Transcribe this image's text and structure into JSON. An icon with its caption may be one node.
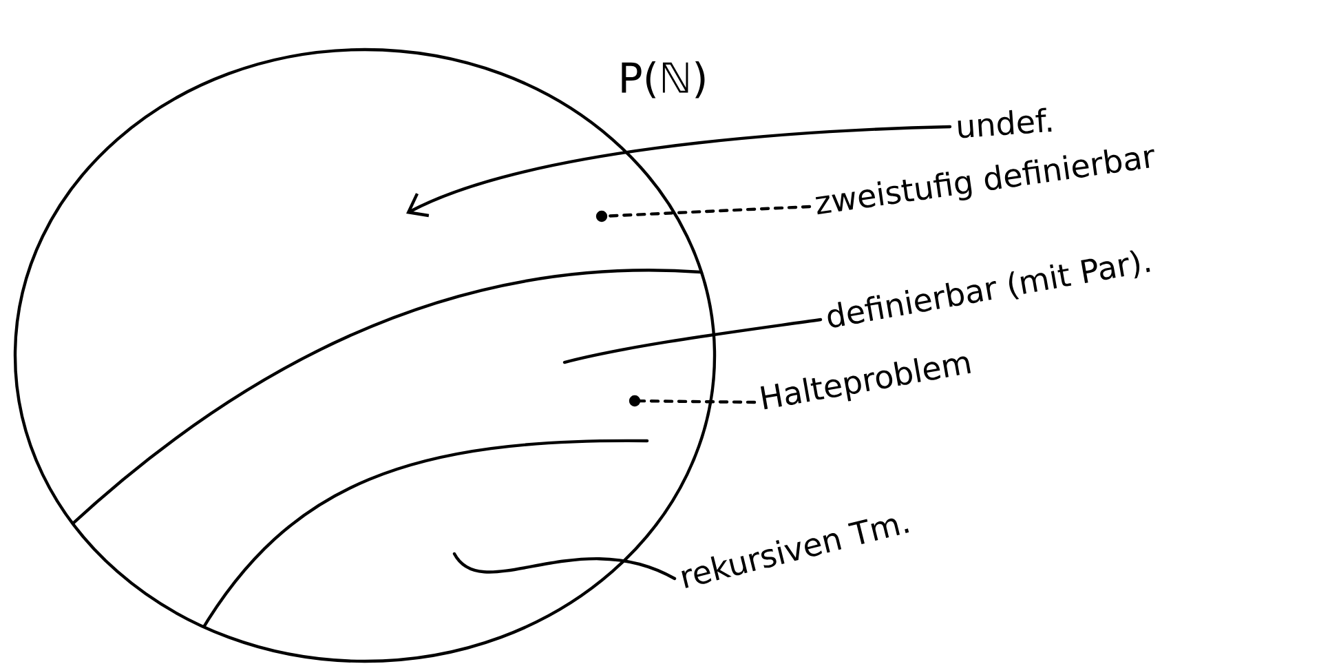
{
  "diagram": {
    "nodes": [
      {
        "text": [
          "P(ℕ)"
        ]
      },
      {
        "text": [
          "undef."
        ]
      },
      {
        "text": [
          "zweistufig definierbar"
        ]
      },
      {
        "text": [],
        "shape": "circle",
        "in": 0
      },
      {
        "text": [
          "definierbar (mit Par)."
        ]
      },
      {
        "text": [
          "Halteproblem"
        ]
      },
      {
        "text": [],
        "shape": "circle",
        "in": 0
      },
      {
        "text": [
          "rekursiven Tm."
        ]
      }
    ],
    "edges": [
      {
        "from": 1,
        "to": null,
        "arrow": "to"
      },
      {
        "from": 2,
        "to": 3,
        "arrow": "none",
        "style": "dashed"
      },
      {
        "from": 4,
        "to": null,
        "arrow": "none"
      },
      {
        "from": 5,
        "to": 6,
        "arrow": "none",
        "style": "dashed"
      },
      {
        "from": 7,
        "to": null,
        "arrow": "none"
      }
    ]
  }
}
